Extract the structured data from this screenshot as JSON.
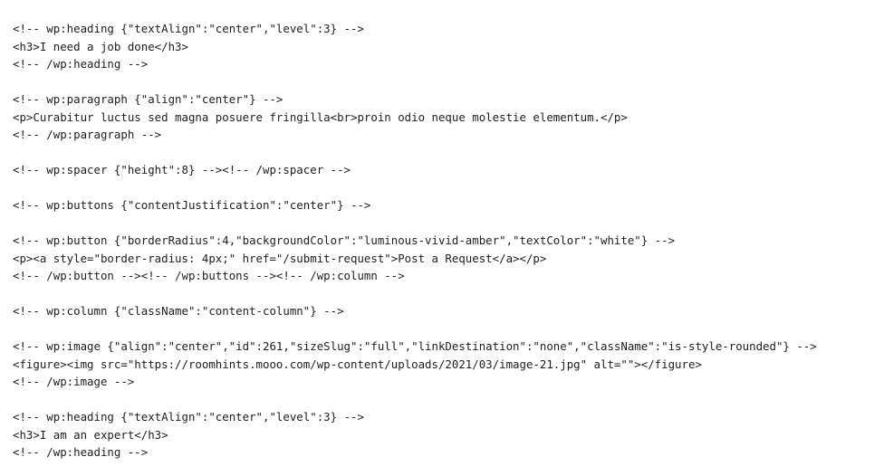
{
  "code": {
    "lines": [
      "<!-- wp:heading {\"textAlign\":\"center\",\"level\":3} -->",
      "<h3>I need a job done</h3>",
      "<!-- /wp:heading -->",
      "",
      "<!-- wp:paragraph {\"align\":\"center\"} -->",
      "<p>Curabitur luctus sed magna posuere fringilla<br>proin odio neque molestie elementum.</p>",
      "<!-- /wp:paragraph -->",
      "",
      "<!-- wp:spacer {\"height\":8} --><!-- /wp:spacer -->",
      "",
      "<!-- wp:buttons {\"contentJustification\":\"center\"} -->",
      "",
      "<!-- wp:button {\"borderRadius\":4,\"backgroundColor\":\"luminous-vivid-amber\",\"textColor\":\"white\"} -->",
      "<p><a style=\"border-radius: 4px;\" href=\"/submit-request\">Post a Request</a></p>",
      "<!-- /wp:button --><!-- /wp:buttons --><!-- /wp:column -->",
      "",
      "<!-- wp:column {\"className\":\"content-column\"} -->",
      "",
      "<!-- wp:image {\"align\":\"center\",\"id\":261,\"sizeSlug\":\"full\",\"linkDestination\":\"none\",\"className\":\"is-style-rounded\"} -->",
      "<figure><img src=\"https://roomhints.mooo.com/wp-content/uploads/2021/03/image-21.jpg\" alt=\"\"></figure>",
      "<!-- /wp:image -->",
      "",
      "<!-- wp:heading {\"textAlign\":\"center\",\"level\":3} -->",
      "<h3>I am an expert</h3>",
      "<!-- /wp:heading -->"
    ]
  }
}
